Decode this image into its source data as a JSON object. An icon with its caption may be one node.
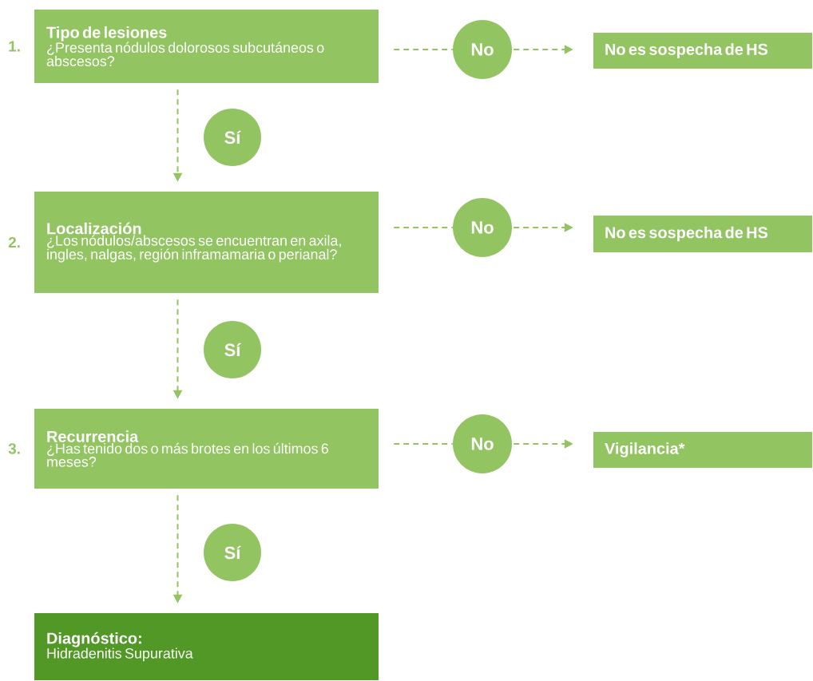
{
  "diagram": {
    "nodes": [
      {
        "text": [
          "Tipo de lesiones",
          "¿Presenta nódulos dolorosos subcutáneos o abscesos?"
        ],
        "beside": [
          "1."
        ]
      },
      {
        "text": [
          "No"
        ]
      },
      {
        "text": [
          "No es sospecha de HS"
        ]
      },
      {
        "text": [
          "Sí"
        ]
      },
      {
        "text": [
          "Localización",
          "¿Los nódulos/abscesos se encuentran en axila, ingles, nalgas, región inframamaria o perianal?"
        ],
        "beside": [
          "2."
        ]
      },
      {
        "text": [
          "No"
        ]
      },
      {
        "text": [
          "No es sospecha de HS"
        ]
      },
      {
        "text": [
          "Sí"
        ]
      },
      {
        "text": [
          "Recurrencia",
          "¿Has tenido dos o más brotes en los últimos 6 meses?"
        ],
        "beside": [
          "3."
        ]
      },
      {
        "text": [
          "No"
        ]
      },
      {
        "text": [
          "Vigilancia*"
        ]
      },
      {
        "text": [
          "Sí"
        ]
      },
      {
        "text": [
          "Diagnóstico:",
          "Hidradenitis Supurativa"
        ]
      }
    ],
    "edges": [
      {
        "from": 0,
        "to": 1,
        "arrow": "none",
        "style": "dashed"
      },
      {
        "from": 1,
        "to": 2,
        "arrow": "to",
        "style": "dashed"
      },
      {
        "from": 0,
        "to": 4,
        "arrow": "to",
        "style": "dashed"
      },
      {
        "from": 4,
        "to": 5,
        "arrow": "none",
        "style": "dashed"
      },
      {
        "from": 5,
        "to": 6,
        "arrow": "to",
        "style": "dashed"
      },
      {
        "from": 4,
        "to": 8,
        "arrow": "to",
        "style": "dashed"
      },
      {
        "from": 8,
        "to": 9,
        "arrow": "none",
        "style": "dashed"
      },
      {
        "from": 9,
        "to": 10,
        "arrow": "to",
        "style": "dashed"
      },
      {
        "from": 8,
        "to": 12,
        "arrow": "to",
        "style": "dashed"
      }
    ]
  }
}
